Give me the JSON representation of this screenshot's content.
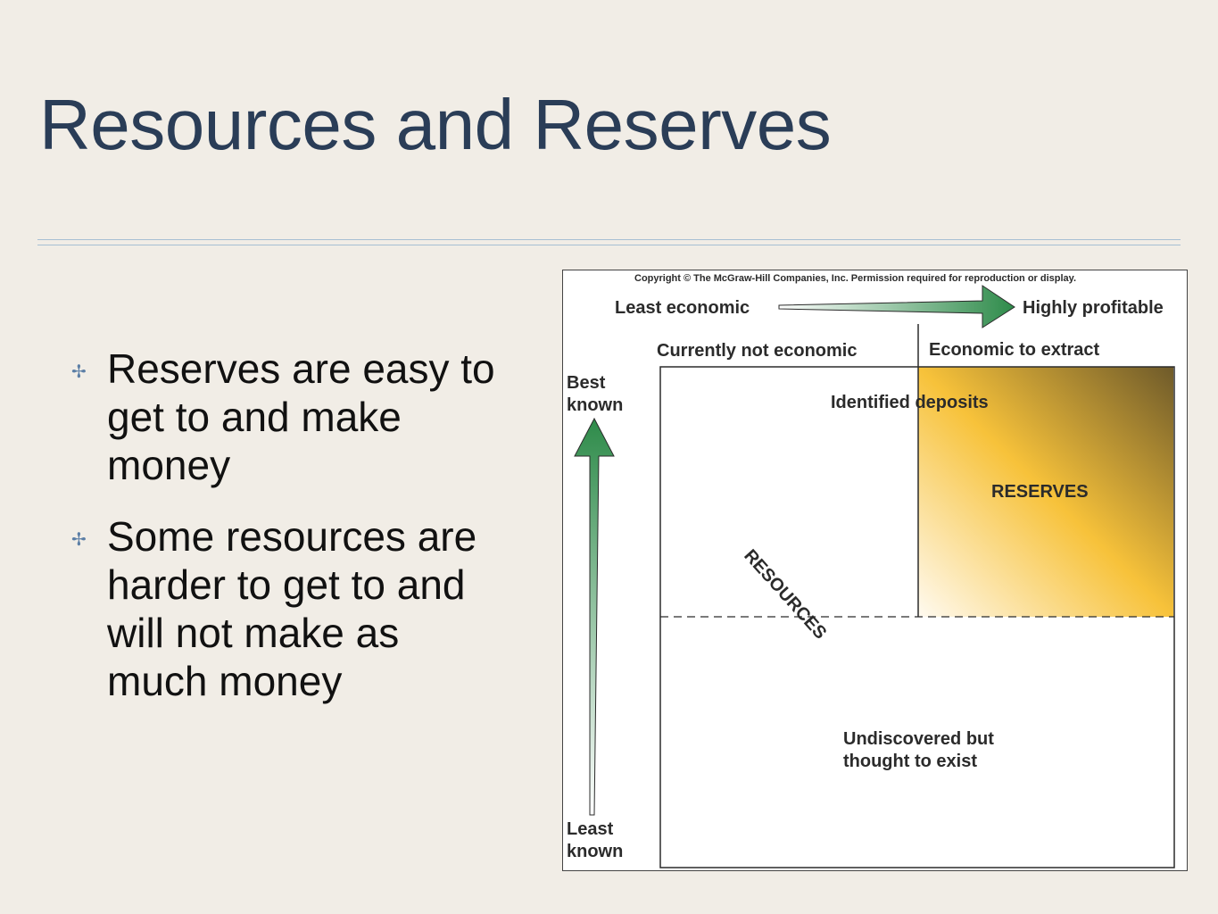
{
  "slide": {
    "title": "Resources and Reserves",
    "bullets": [
      "Reserves are easy to get to and make money",
      "Some resources are harder to get to and will not make as much money"
    ],
    "bullet_icon": "cross-bullet-icon"
  },
  "figure": {
    "copyright": "Copyright © The McGraw-Hill Companies, Inc. Permission required for reproduction or display.",
    "axis_economic": {
      "low_label": "Least economic",
      "high_label": "Highly profitable"
    },
    "axis_knowledge": {
      "high_label_line1": "Best",
      "high_label_line2": "known",
      "low_label_line1": "Least",
      "low_label_line2": "known"
    },
    "column_left": "Currently not economic",
    "column_right": "Economic to extract",
    "identified": "Identified deposits",
    "reserves": "RESERVES",
    "resources": "RESOURCES",
    "undiscovered_line1": "Undiscovered but",
    "undiscovered_line2": "thought to exist",
    "colors": {
      "reserves_light": "#fffaf0",
      "reserves_mid": "#f7c23a",
      "reserves_dark": "#6e5a2a",
      "arrow_green": "#2e8b4a",
      "arrow_light": "#d8ead9"
    }
  }
}
